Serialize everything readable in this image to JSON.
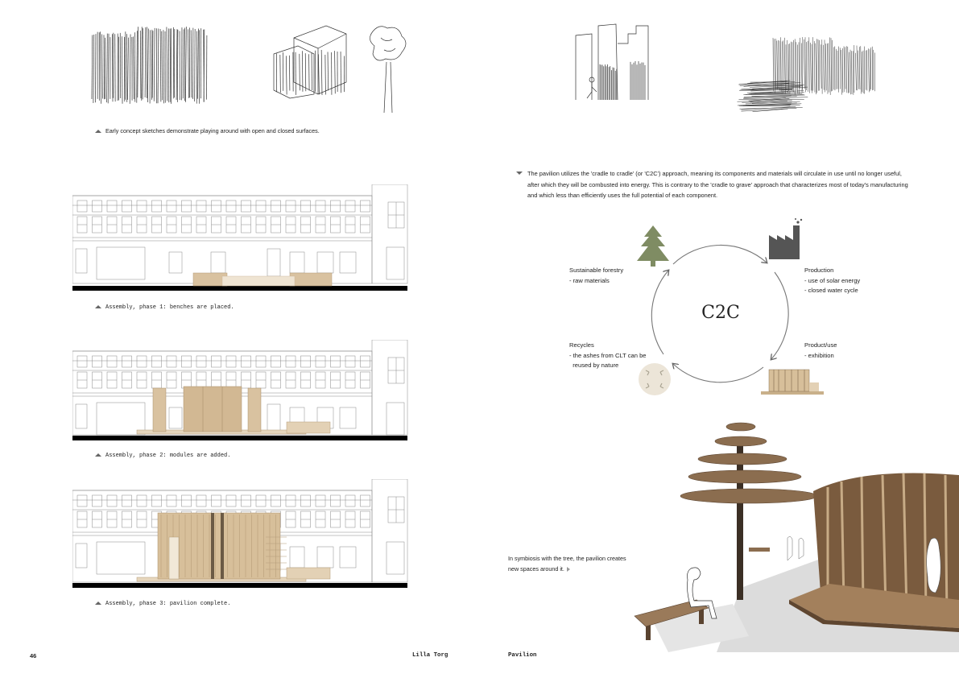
{
  "captions": {
    "sketches": "Early concept sketches demonstrate playing around with open and closed surfaces.",
    "phase1": "Assembly, phase 1: benches are placed.",
    "phase2": "Assembly, phase 2: modules are added.",
    "phase3": "Assembly, phase 3: pavilion complete."
  },
  "c2c_text": "The pavilion utilizes the 'cradle to cradle' (or 'C2C') approach, meaning its components and materials will circulate in use until no longer useful, after which they will be combusted into energy. This is contrary to the 'cradle to grave' approach that characterizes most of today's manufacturing and which less than efficiently uses the full potential of each component.",
  "cycle": {
    "center": "C2C",
    "forestry": "Sustainable forestry\n- raw materials",
    "production": "Production\n- use of solar energy\n- closed water cycle",
    "product": "Product/use\n- exhibition",
    "recycles": "Recycles\n- the ashes from CLT can be\n  reused by nature"
  },
  "symbiosis_text": "In symbiosis with the tree, the pavilion creates new spaces around it.",
  "footer": {
    "page_number": "46",
    "location": "Lilla Torg",
    "section": "Pavilion"
  },
  "colors": {
    "tree_green": "#7f8c63",
    "factory_gray": "#555555",
    "wood": "#d9c2a0",
    "recycle_bg": "#ece5d8"
  }
}
